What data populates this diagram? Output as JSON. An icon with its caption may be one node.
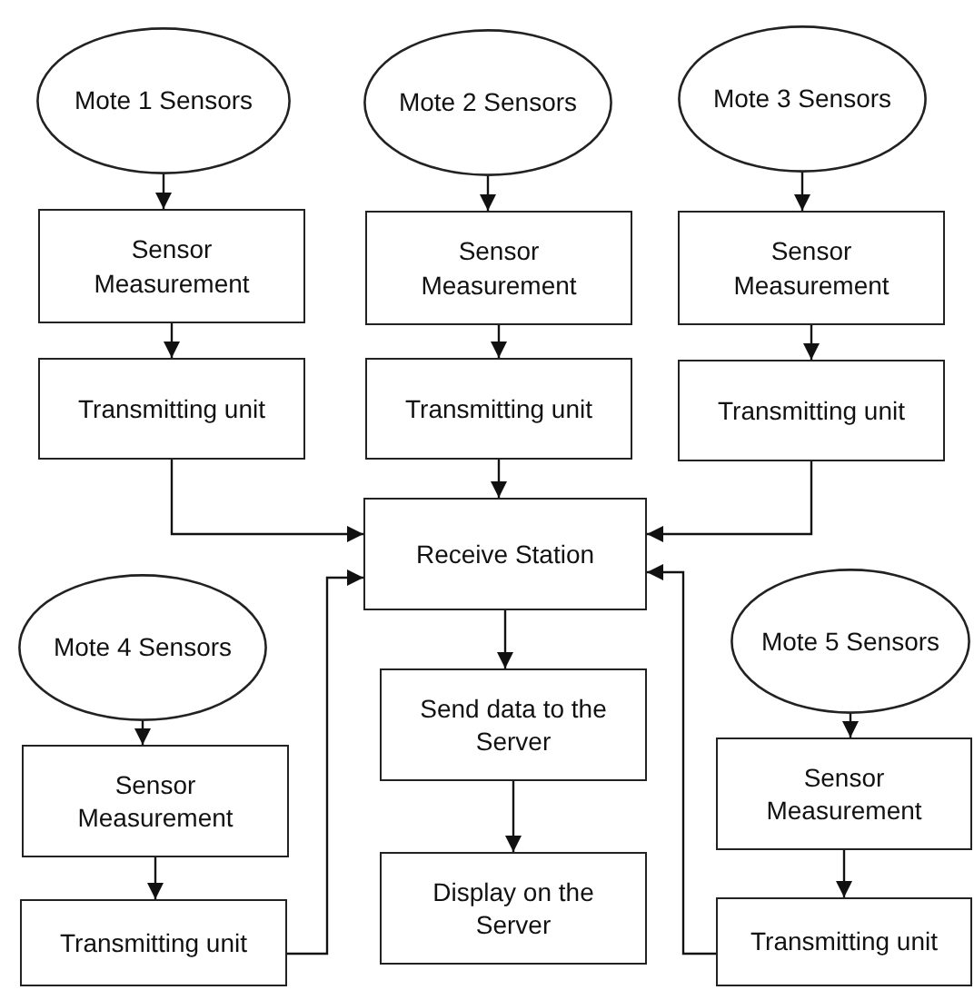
{
  "diagram": {
    "nodes": [
      {
        "text": [
          "Mote 1 Sensors"
        ]
      },
      {
        "text": [
          "Sensor Measurement"
        ]
      },
      {
        "text": [
          "Transmitting unit"
        ]
      },
      {
        "text": [
          "Mote 2 Sensors"
        ]
      },
      {
        "text": [
          "Sensor Measurement"
        ]
      },
      {
        "text": [
          "Transmitting unit"
        ]
      },
      {
        "text": [
          "Mote 3 Sensors"
        ]
      },
      {
        "text": [
          "Sensor Measurement"
        ]
      },
      {
        "text": [
          "Transmitting unit"
        ]
      },
      {
        "text": [
          "Receive Station"
        ]
      },
      {
        "text": [
          "Mote 4 Sensors"
        ]
      },
      {
        "text": [
          "Sensor Measurement"
        ]
      },
      {
        "text": [
          "Transmitting unit"
        ]
      },
      {
        "text": [
          "Send data to the Server"
        ]
      },
      {
        "text": [
          "Display on the Server"
        ]
      },
      {
        "text": [
          "Mote 5 Sensors"
        ]
      },
      {
        "text": [
          "Sensor Measurement"
        ]
      },
      {
        "text": [
          "Transmitting unit"
        ]
      }
    ],
    "edges": [
      {
        "from": 0,
        "to": 1,
        "arrow": "to"
      },
      {
        "from": 1,
        "to": 2,
        "arrow": "to"
      },
      {
        "from": 3,
        "to": 4,
        "arrow": "to"
      },
      {
        "from": 4,
        "to": 5,
        "arrow": "to"
      },
      {
        "from": 6,
        "to": 7,
        "arrow": "to"
      },
      {
        "from": 7,
        "to": 8,
        "arrow": "to"
      },
      {
        "from": 2,
        "to": 9,
        "arrow": "to"
      },
      {
        "from": 5,
        "to": 9,
        "arrow": "to"
      },
      {
        "from": 8,
        "to": 9,
        "arrow": "to"
      },
      {
        "from": 10,
        "to": 11,
        "arrow": "to"
      },
      {
        "from": 11,
        "to": 12,
        "arrow": "to"
      },
      {
        "from": 12,
        "to": 9,
        "arrow": "to"
      },
      {
        "from": 9,
        "to": 13,
        "arrow": "to"
      },
      {
        "from": 13,
        "to": 14,
        "arrow": "to"
      },
      {
        "from": 15,
        "to": 16,
        "arrow": "to"
      },
      {
        "from": 16,
        "to": 17,
        "arrow": "to"
      },
      {
        "from": 17,
        "to": 9,
        "arrow": "to"
      }
    ]
  }
}
